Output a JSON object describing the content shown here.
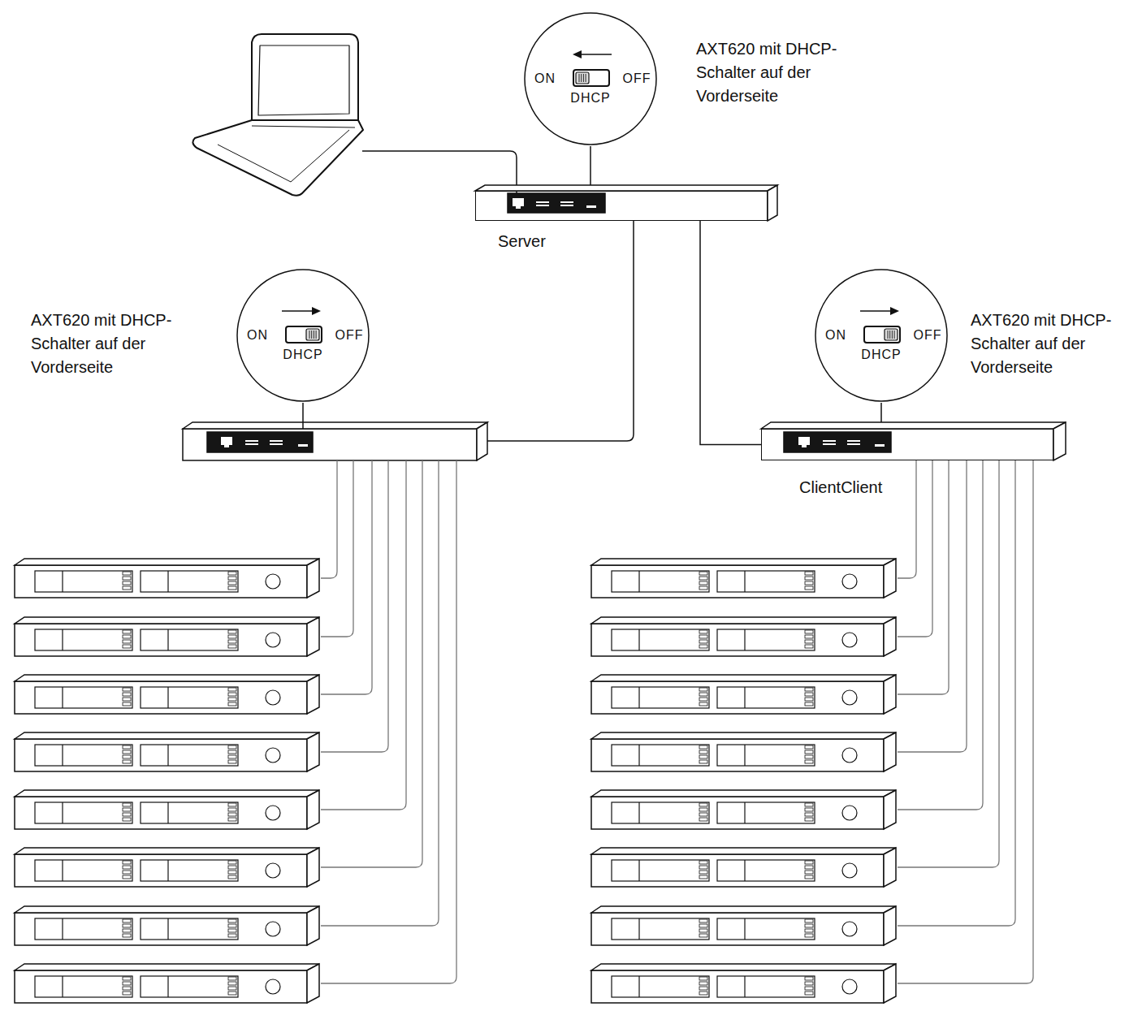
{
  "diagram": {
    "nodes": [
      {
        "text": [
          "ON",
          "DHCP",
          "OFF"
        ]
      },
      {
        "text": [
          "Server"
        ]
      },
      {
        "text": [
          "ON",
          "DHCP",
          "OFF"
        ]
      },
      {
        "text": [
          "ON",
          "DHCP",
          "OFF"
        ]
      },
      {
        "text": [
          "ClientClient"
        ]
      }
    ],
    "edges": [
      {
        "from": 1,
        "to": 4,
        "arrow": "none"
      }
    ],
    "labels": [
      "AXT620 mit DHCP-Schalter auf der Vorderseite",
      "AXT620 mit DHCP-Schalter auf der Vorderseite",
      "AXT620 mit DHCP-Schalter auf der Vorderseite"
    ]
  }
}
